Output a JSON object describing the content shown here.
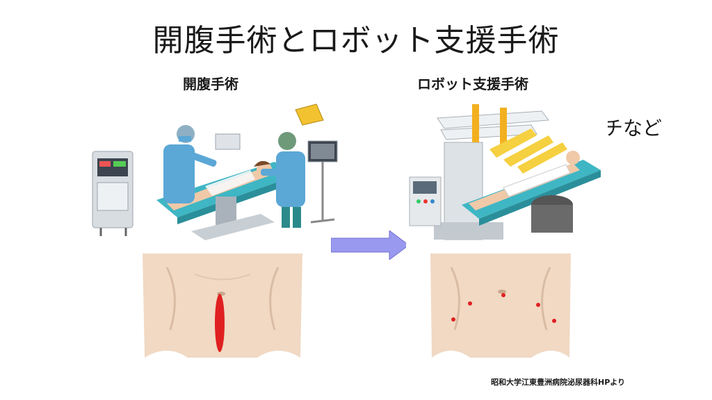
{
  "title": "開腹手術とロボット支援手術",
  "left_section": {
    "label": "開腹手術"
  },
  "right_section": {
    "label": "ロボット支援手術",
    "robot_note": "ダヴィンチなど"
  },
  "credit": "昭和大学江東豊洲病院泌尿器科HPより",
  "colors": {
    "arrow": "#9999f0",
    "incision": "#e02020",
    "skin": "#f1d9c4",
    "scrub": "#5ba7d6",
    "table": "#39b6c4"
  },
  "icons": [
    "open-surgery-illustration",
    "robot-surgery-illustration",
    "right-arrow-icon",
    "abdomen-incision-illustration",
    "abdomen-port-sites-illustration"
  ]
}
